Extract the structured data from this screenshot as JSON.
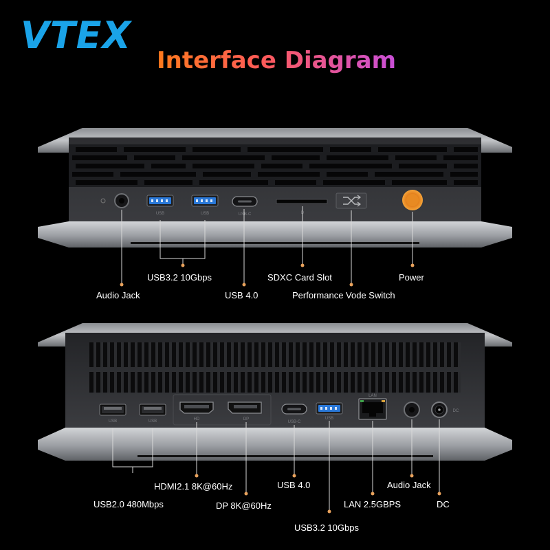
{
  "brand": {
    "logo_text": "VTEX",
    "title": "Interface Diagram"
  },
  "front_panel": {
    "labels": {
      "usb32": "USB3.2 10Gbps",
      "sdxc": "SDXC Card Slot",
      "power": "Power",
      "audio": "Audio Jack",
      "usb40": "USB 4.0",
      "perf": "Performance Vode Switch"
    },
    "port_marks": {
      "usb_a": "USB",
      "usb_c": "USB-C",
      "sd": "D"
    }
  },
  "rear_panel": {
    "labels": {
      "hdmi": "HDMI2.1 8K@60Hz",
      "usb40": "USB 4.0",
      "audio": "Audio Jack",
      "usb20": "USB2.0 480Mbps",
      "dp": "DP 8K@60Hz",
      "lan": "LAN 2.5GBPS",
      "dc": "DC",
      "usb32": "USB3.2 10Gbps"
    },
    "port_marks": {
      "usb_a": "USB",
      "hdmi": "HD",
      "dp": "DP",
      "usb_c": "USB-C",
      "lan": "LAN",
      "dc": "DC"
    }
  },
  "colors": {
    "logo": "#1aa3e8",
    "accent_power": "#f08a1e",
    "usb3_blue": "#2a78d8",
    "leader_dot": "#e9a25c"
  }
}
